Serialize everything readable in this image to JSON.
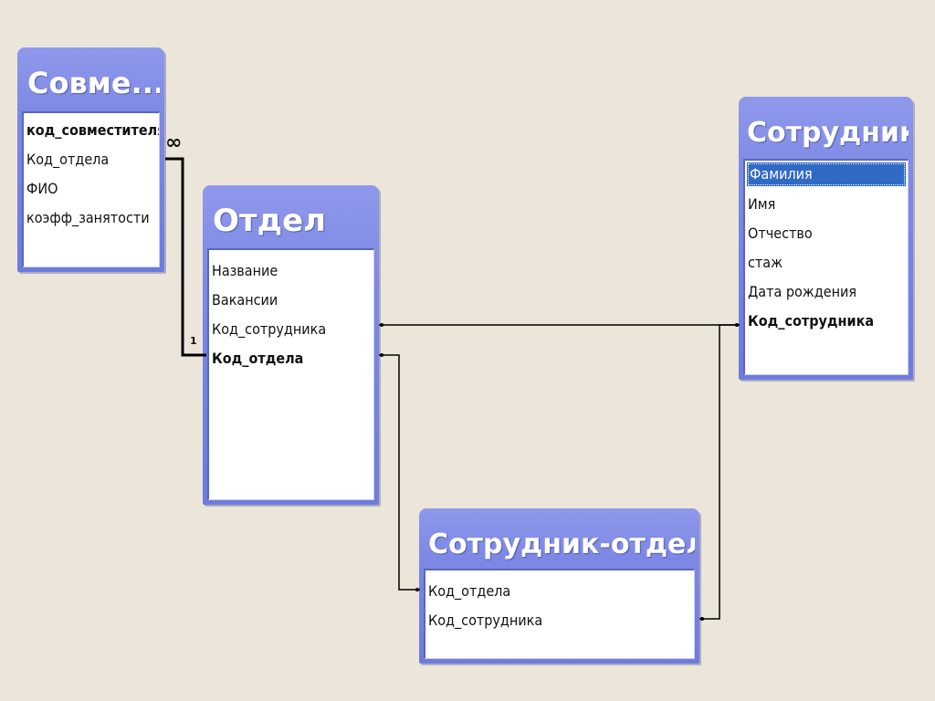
{
  "tables": {
    "sovm": {
      "title": "Совме...",
      "fields": [
        "код_совместителя",
        "Код_отдела",
        "ФИО",
        "коэфф_занятости"
      ]
    },
    "otdel": {
      "title": "Отдел",
      "fields": [
        "Название",
        "Вакансии",
        "Код_сотрудника",
        "Код_отдела"
      ]
    },
    "sotrudnik": {
      "title": "Сотрудник",
      "fields": [
        "Фамилия",
        "Имя",
        "Отчество",
        "стаж",
        "Дата рождения",
        "Код_сотрудника"
      ]
    },
    "sotr_otdel": {
      "title": "Сотрудник-отдел",
      "fields": [
        "Код_отдела",
        "Код_сотрудника"
      ]
    }
  },
  "relationship": {
    "many_label": "∞",
    "one_label": "1"
  },
  "colors": {
    "background": "#ebe6d9",
    "table_header": "#7d89e4",
    "selection": "#316ac5"
  }
}
